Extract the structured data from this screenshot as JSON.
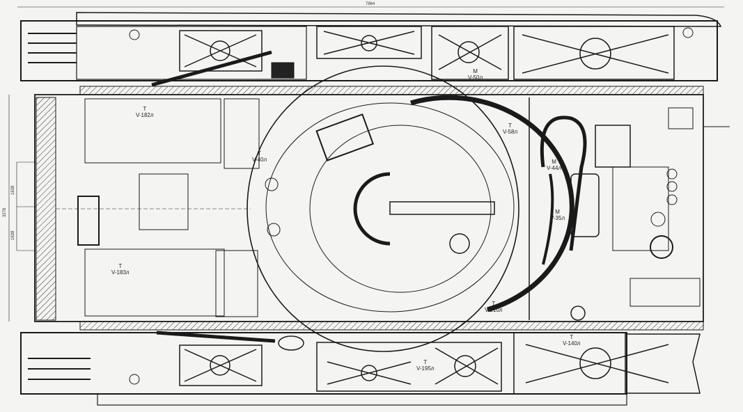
{
  "drawing": {
    "title": "Tank hull plan view – technical drawing",
    "dimensions": {
      "overall_length": "7864",
      "overall_width": "3276",
      "half_width_upper": "1638",
      "half_width_lower": "1638"
    },
    "compartment_labels": [
      {
        "id": "fuel-front-left",
        "type": "T",
        "code": "V-182л"
      },
      {
        "id": "turret-left",
        "type": "T",
        "code": "V-40л"
      },
      {
        "id": "top-center-right",
        "type": "M",
        "code": "V-50л"
      },
      {
        "id": "engine-front",
        "type": "T",
        "code": "V-58л"
      },
      {
        "id": "engine-oil-1",
        "type": "M",
        "code": "V-44л"
      },
      {
        "id": "engine-oil-2",
        "type": "M",
        "code": "V-35л"
      },
      {
        "id": "rear-left",
        "type": "T",
        "code": "V-183л"
      },
      {
        "id": "turret-rear",
        "type": "T",
        "code": "V-210л"
      },
      {
        "id": "bottom-center",
        "type": "T",
        "code": "V-195л"
      },
      {
        "id": "bottom-right",
        "type": "T",
        "code": "V-140л"
      }
    ],
    "colors": {
      "paper": "#f4f4f2",
      "ink": "#1a1a1a"
    }
  }
}
